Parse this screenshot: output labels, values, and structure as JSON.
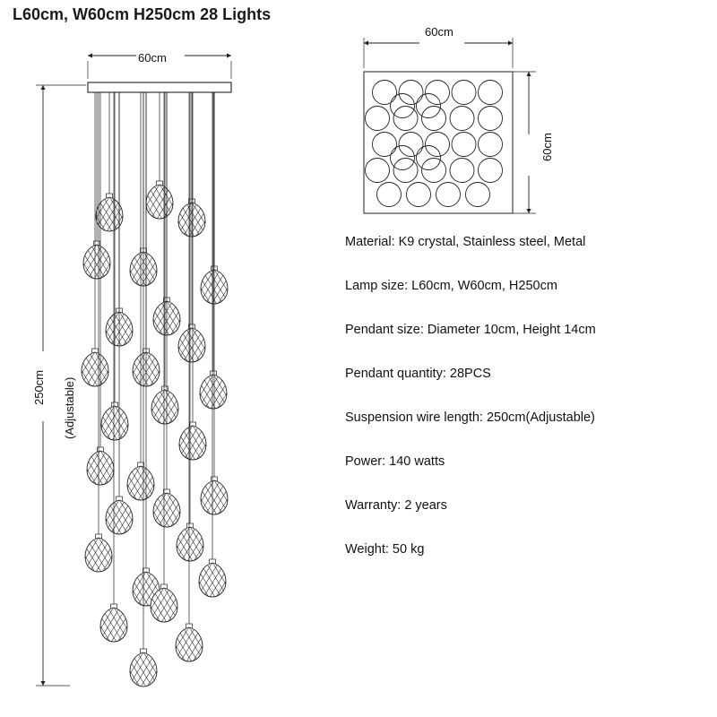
{
  "title": "L60cm, W60cm H250cm  28 Lights",
  "front_view": {
    "width_label": "60cm",
    "height_label": "250cm",
    "adjustable_label": "(Adjustable)",
    "pendant_count": 28
  },
  "top_view": {
    "width_label": "60cm",
    "height_label": "60cm",
    "circle_count": 28
  },
  "specs": [
    "Material: K9 crystal, Stainless steel, Metal",
    "Lamp size: L60cm, W60cm, H250cm",
    "Pendant size: Diameter 10cm, Height 14cm",
    "Pendant quantity: 28PCS",
    "Suspension wire length: 250cm(Adjustable)",
    "Power:  140 watts",
    "Warranty: 2 years",
    "Weight:  50 kg"
  ],
  "colors": {
    "line": "#222222",
    "text": "#111111",
    "background": "#ffffff"
  }
}
